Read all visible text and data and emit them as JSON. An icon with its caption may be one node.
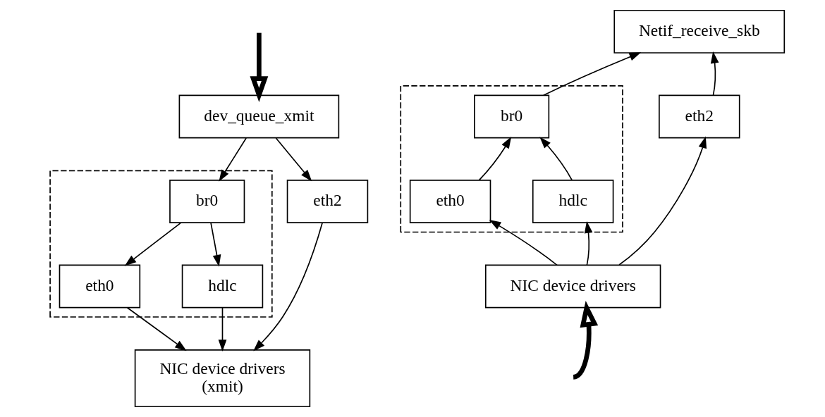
{
  "diagram": {
    "nodes": [
      {
        "text": [
          "dev_queue_xmit"
        ]
      },
      {
        "text": [],
        "shape": "box"
      },
      {
        "text": [
          "br0"
        ],
        "in": 1
      },
      {
        "text": [
          "eth2"
        ]
      },
      {
        "text": [
          "eth0"
        ],
        "in": 1
      },
      {
        "text": [
          "hdlc"
        ],
        "in": 1
      },
      {
        "text": [
          "NIC device drivers",
          "(xmit)"
        ]
      },
      {
        "text": [
          "Netif_receive_skb"
        ]
      },
      {
        "text": [],
        "shape": "box"
      },
      {
        "text": [
          "br0"
        ],
        "in": 8
      },
      {
        "text": [
          "eth2"
        ]
      },
      {
        "text": [
          "eth0"
        ],
        "in": 8
      },
      {
        "text": [
          "hdlc"
        ],
        "in": 8
      },
      {
        "text": [
          "NIC device drivers"
        ]
      }
    ],
    "edges": [
      {
        "from": null,
        "to": 0,
        "arrow": "to",
        "style": "thick"
      },
      {
        "from": 0,
        "to": 2,
        "arrow": "to"
      },
      {
        "from": 0,
        "to": 3,
        "arrow": "to"
      },
      {
        "from": 2,
        "to": 4,
        "arrow": "to"
      },
      {
        "from": 2,
        "to": 5,
        "arrow": "to"
      },
      {
        "from": 4,
        "to": 6,
        "arrow": "to"
      },
      {
        "from": 5,
        "to": 6,
        "arrow": "to"
      },
      {
        "from": 3,
        "to": 6,
        "arrow": "to"
      },
      {
        "from": null,
        "to": 13,
        "arrow": "to",
        "style": "thick"
      },
      {
        "from": 13,
        "to": 11,
        "arrow": "to"
      },
      {
        "from": 13,
        "to": 12,
        "arrow": "to"
      },
      {
        "from": 13,
        "to": 10,
        "arrow": "to"
      },
      {
        "from": 11,
        "to": 9,
        "arrow": "to"
      },
      {
        "from": 12,
        "to": 9,
        "arrow": "to"
      },
      {
        "from": 9,
        "to": 7,
        "arrow": "to"
      },
      {
        "from": 10,
        "to": 7,
        "arrow": "to"
      }
    ]
  }
}
